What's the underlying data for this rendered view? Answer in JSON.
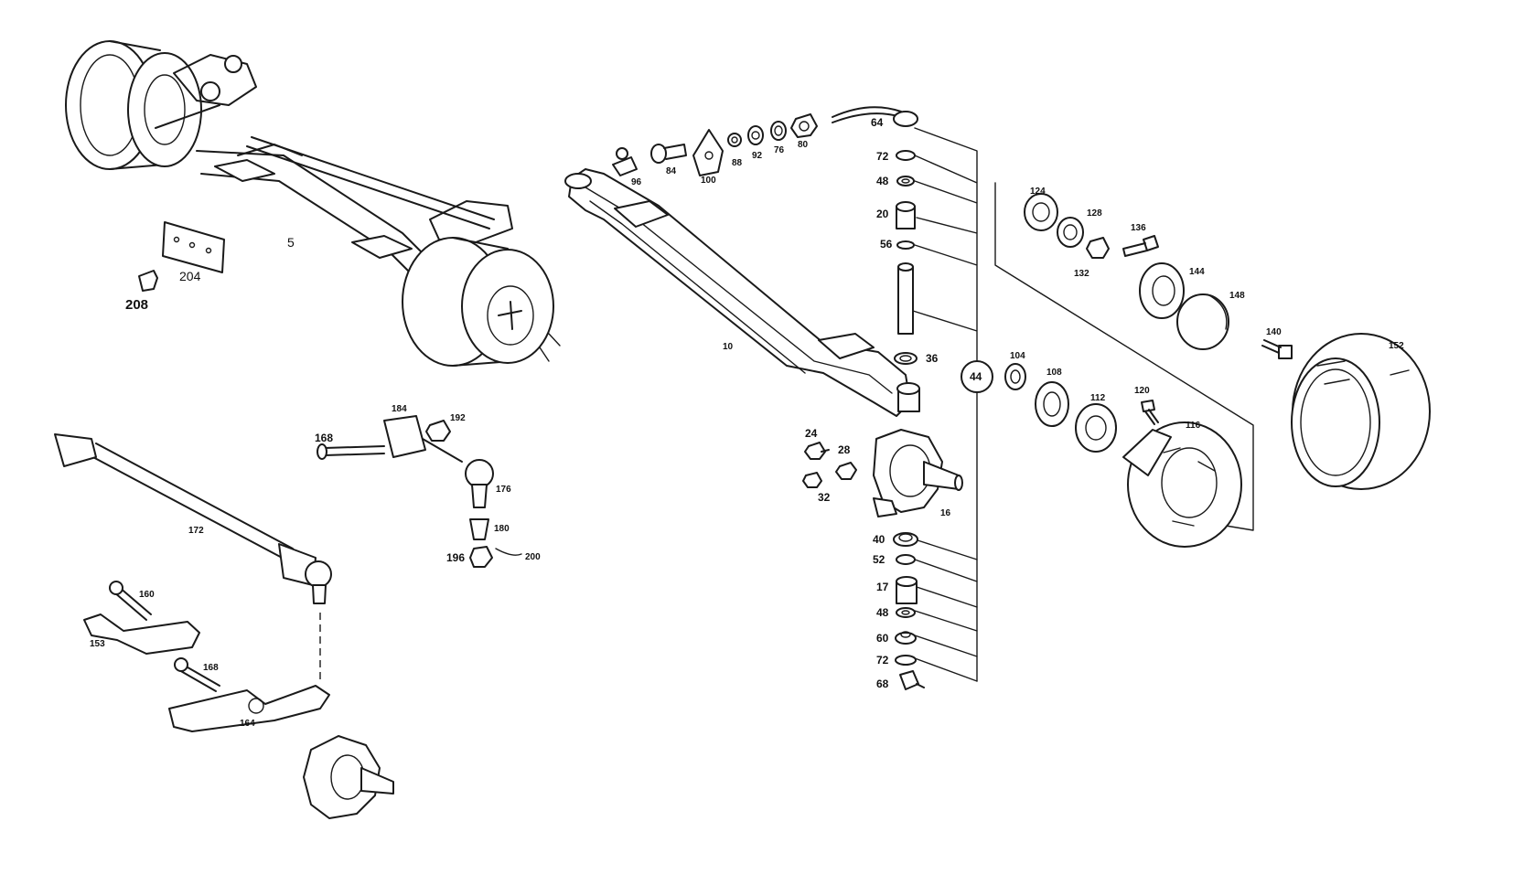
{
  "labels": {
    "l5": "5",
    "l204": "204",
    "l208": "208",
    "l10": "10",
    "l64": "64",
    "l72a": "72",
    "l48a": "48",
    "l20": "20",
    "l56": "56",
    "l36": "36",
    "l44": "44",
    "l96": "96",
    "l84": "84",
    "l100": "100",
    "l88": "88",
    "l92": "92",
    "l76": "76",
    "l80a": "80",
    "l124": "124",
    "l128": "128",
    "l132": "132",
    "l136": "136",
    "l144": "144",
    "l148": "148",
    "l140": "140",
    "l152": "152",
    "l104": "104",
    "l108": "108",
    "l112": "112",
    "l120": "120",
    "l116": "116",
    "l24": "24",
    "l28": "28",
    "l32": "32",
    "l16": "16",
    "l40": "40",
    "l52": "52",
    "l17": "17",
    "l48b": "48",
    "l60": "60",
    "l72b": "72",
    "l68": "68",
    "l168a": "168",
    "l184": "184",
    "l192": "192",
    "l176": "176",
    "l180": "180",
    "l196": "196",
    "l200": "200",
    "l172": "172",
    "l160": "160",
    "l153": "153",
    "l168b": "168",
    "l164": "164"
  },
  "colors": {
    "ink": "#1a1a1a",
    "paper": "#ffffff"
  }
}
